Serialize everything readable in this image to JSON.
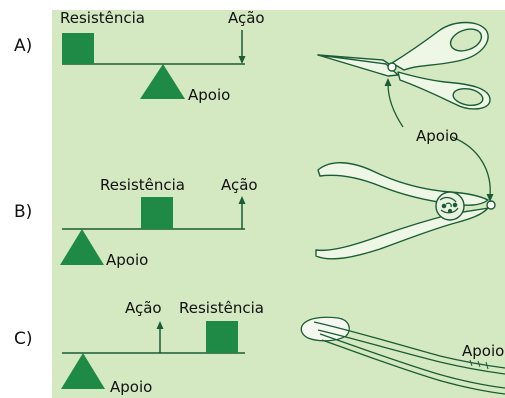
{
  "rows": [
    {
      "letter": "A)",
      "resistance": "Resistência",
      "action": "Ação",
      "support": "Apoio",
      "tool": "scissors"
    },
    {
      "letter": "B)",
      "resistance": "Resistência",
      "action": "Ação",
      "support": "Apoio",
      "tool": "nutcracker"
    },
    {
      "letter": "C)",
      "resistance": "Resistência",
      "action": "Ação",
      "support": "Apoio",
      "tool": "tweezers"
    }
  ],
  "callouts": {
    "scissors_support": "Apoio",
    "tweezers_support": "Apoio"
  },
  "colors": {
    "panel": "#d4e8c2",
    "fill": "#1f8a45",
    "stroke": "#1a5c33"
  }
}
